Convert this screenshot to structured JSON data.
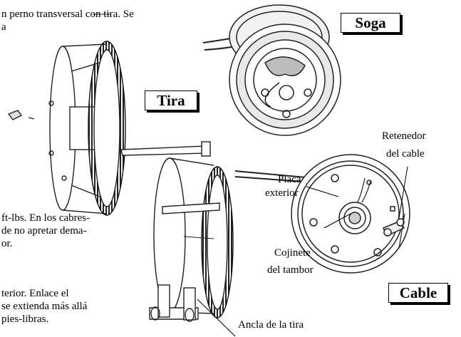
{
  "text_fragments": [
    "n perno transversal con tira. Se",
    "a",
    "ft-lbs. En los cabres-",
    "de no apretar dema-",
    "or.",
    "terior. Enlace el",
    "se extienda más allá",
    "pies-libras."
  ],
  "boxes": {
    "soga": "Soga",
    "tira": "Tira",
    "cable": "Cable"
  },
  "callouts": {
    "retenedor_line1": "Retenedor",
    "retenedor_line2": "del cable",
    "placa_line1": "Placa",
    "placa_line2": "exterior",
    "cojinete_line1": "Cojinete",
    "cojinete_line2": "del tambor",
    "ancla": "Ancla de la tira"
  }
}
